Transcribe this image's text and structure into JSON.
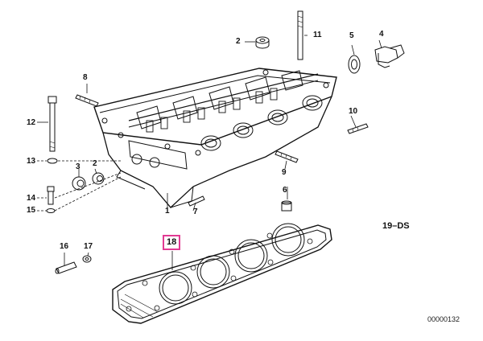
{
  "callouts": [
    {
      "id": "p1",
      "text": "1"
    },
    {
      "id": "p2a",
      "text": "2"
    },
    {
      "id": "p2b",
      "text": "2"
    },
    {
      "id": "p3",
      "text": "3"
    },
    {
      "id": "p4",
      "text": "4"
    },
    {
      "id": "p5",
      "text": "5"
    },
    {
      "id": "p6",
      "text": "6"
    },
    {
      "id": "p7",
      "text": "7"
    },
    {
      "id": "p8",
      "text": "8"
    },
    {
      "id": "p9",
      "text": "9"
    },
    {
      "id": "p10",
      "text": "10"
    },
    {
      "id": "p11",
      "text": "11"
    },
    {
      "id": "p12",
      "text": "12"
    },
    {
      "id": "p13",
      "text": "13"
    },
    {
      "id": "p14",
      "text": "14"
    },
    {
      "id": "p15",
      "text": "15"
    },
    {
      "id": "p16",
      "text": "16"
    },
    {
      "id": "p17",
      "text": "17"
    }
  ],
  "highlighted_callout": "18",
  "diagram_code": "19–DS",
  "drawing_number": "00000132",
  "colors": {
    "highlight": "#e23a93",
    "line": "#111111"
  }
}
